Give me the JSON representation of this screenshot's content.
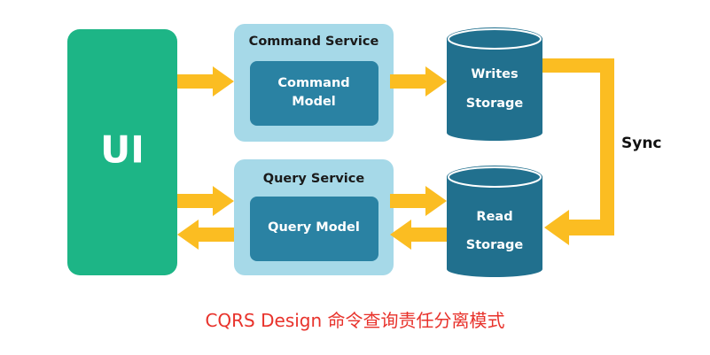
{
  "colors": {
    "ui_block": "#1db586",
    "service_box": "#a6d9e8",
    "model_box": "#2a82a3",
    "storage": "#21708e",
    "arrow": "#fbbd22",
    "caption": "#e8322b"
  },
  "ui": {
    "label": "UI"
  },
  "command_service": {
    "title": "Command Service",
    "model_line1": "Command",
    "model_line2": "Model"
  },
  "query_service": {
    "title": "Query Service",
    "model": "Query Model"
  },
  "writes_storage": {
    "line1": "Writes",
    "line2": "Storage"
  },
  "read_storage": {
    "line1": "Read",
    "line2": "Storage"
  },
  "sync": {
    "label": "Sync"
  },
  "caption": {
    "text": "CQRS Design 命令查询责任分离模式"
  }
}
